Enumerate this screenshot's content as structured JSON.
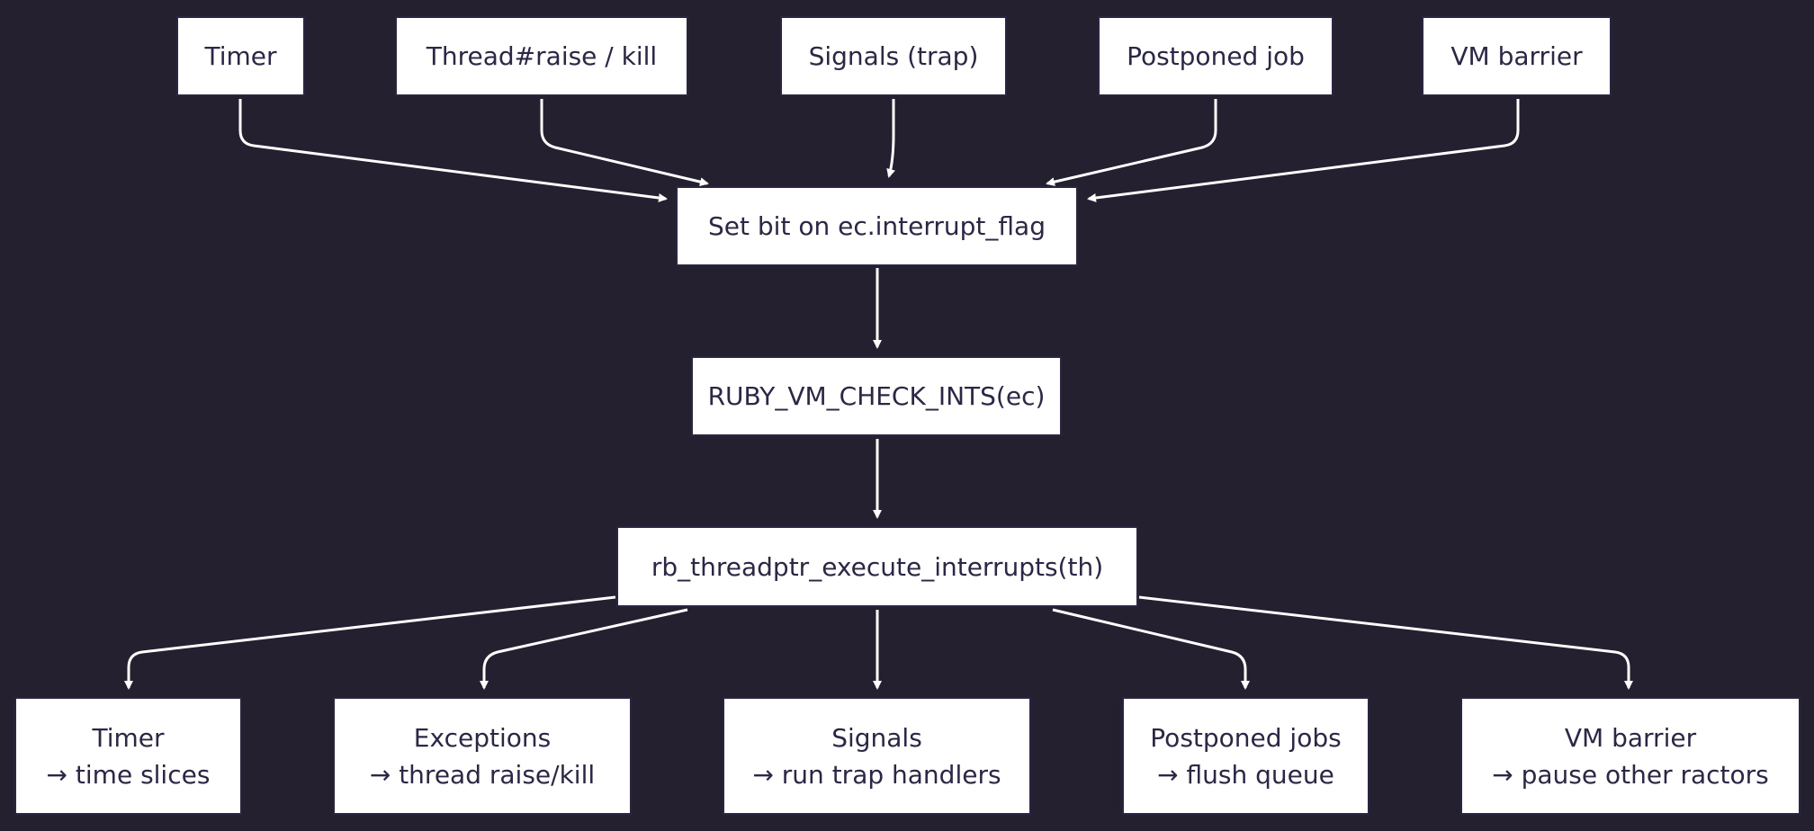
{
  "colors": {
    "background": "#24202f",
    "node_fill": "#ffffff",
    "node_text": "#2b2745",
    "edge": "#ffffff"
  },
  "sources": {
    "timer": "Timer",
    "thread_raise": "Thread#raise / kill",
    "signals": "Signals (trap)",
    "postponed": "Postponed job",
    "vm_barrier": "VM barrier"
  },
  "pipeline": {
    "set_bit": "Set bit on ec.interrupt_flag",
    "check_ints": "RUBY_VM_CHECK_INTS(ec)",
    "execute": "rb_threadptr_execute_interrupts(th)"
  },
  "handlers": {
    "timer": {
      "title": "Timer",
      "detail": "→ time slices"
    },
    "exceptions": {
      "title": "Exceptions",
      "detail": "→ thread raise/kill"
    },
    "signals": {
      "title": "Signals",
      "detail": "→ run trap handlers"
    },
    "postponed": {
      "title": "Postponed jobs",
      "detail": "→ flush queue"
    },
    "vm_barrier": {
      "title": "VM barrier",
      "detail": "→ pause other ractors"
    }
  }
}
